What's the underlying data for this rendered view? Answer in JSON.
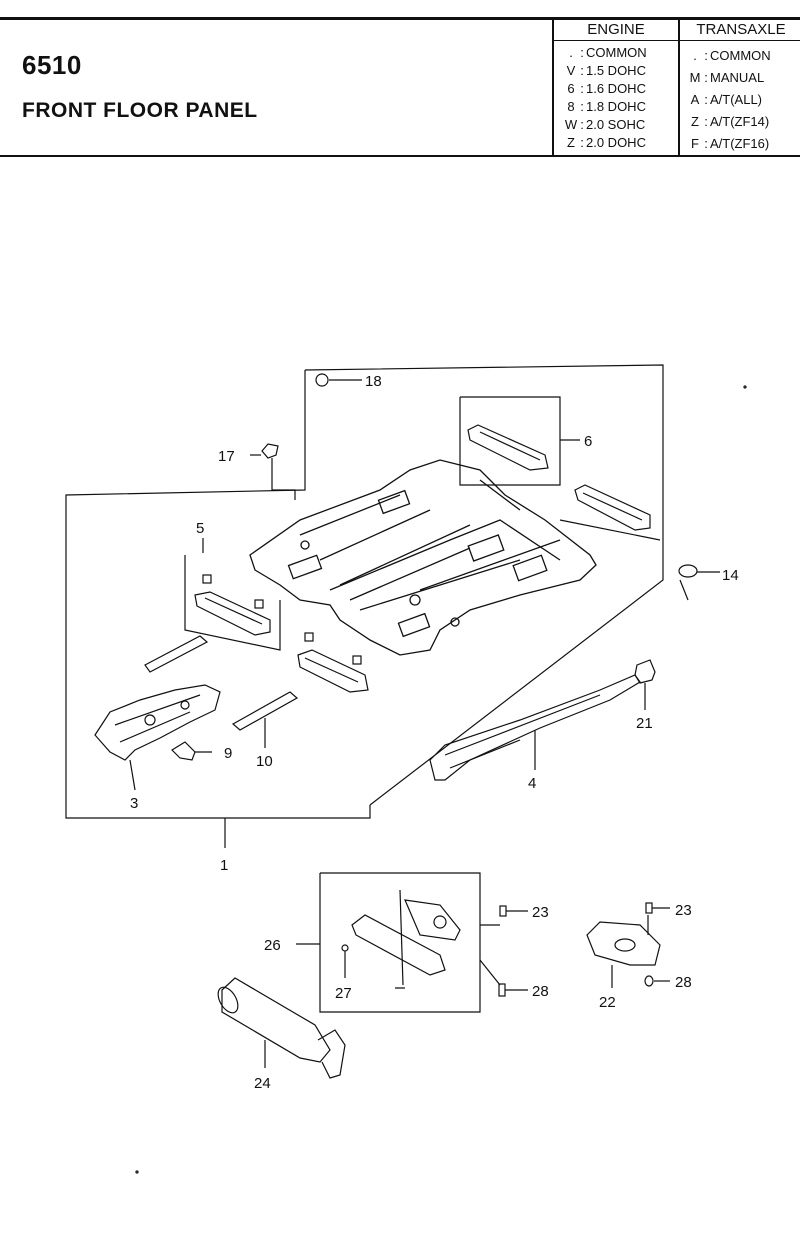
{
  "header": {
    "code": "6510",
    "title": "FRONT FLOOR PANEL"
  },
  "codes_table": {
    "engine_header": "ENGINE",
    "transaxle_header": "TRANSAXLE",
    "engine_rows": [
      {
        "key": ".",
        "value": "COMMON"
      },
      {
        "key": "V",
        "value": "1.5 DOHC"
      },
      {
        "key": "6",
        "value": "1.6 DOHC"
      },
      {
        "key": "8",
        "value": "1.8 DOHC"
      },
      {
        "key": "W",
        "value": "2.0 SOHC"
      },
      {
        "key": "Z",
        "value": "2.0 DOHC"
      }
    ],
    "transaxle_rows": [
      {
        "key": ".",
        "value": "COMMON"
      },
      {
        "key": "M",
        "value": "MANUAL"
      },
      {
        "key": "A",
        "value": "A/T(ALL)"
      },
      {
        "key": "Z",
        "value": "A/T(ZF14)"
      },
      {
        "key": "F",
        "value": "A/T(ZF16)"
      }
    ]
  },
  "callouts": {
    "c18": "18",
    "c17": "17",
    "c6": "6",
    "c5": "5",
    "c14": "14",
    "c21": "21",
    "c9": "9",
    "c10": "10",
    "c3": "3",
    "c4": "4",
    "c1": "1",
    "c23a": "23",
    "c23b": "23",
    "c26": "26",
    "c27": "27",
    "c28a": "28",
    "c28b": "28",
    "c22": "22",
    "c24": "24"
  }
}
